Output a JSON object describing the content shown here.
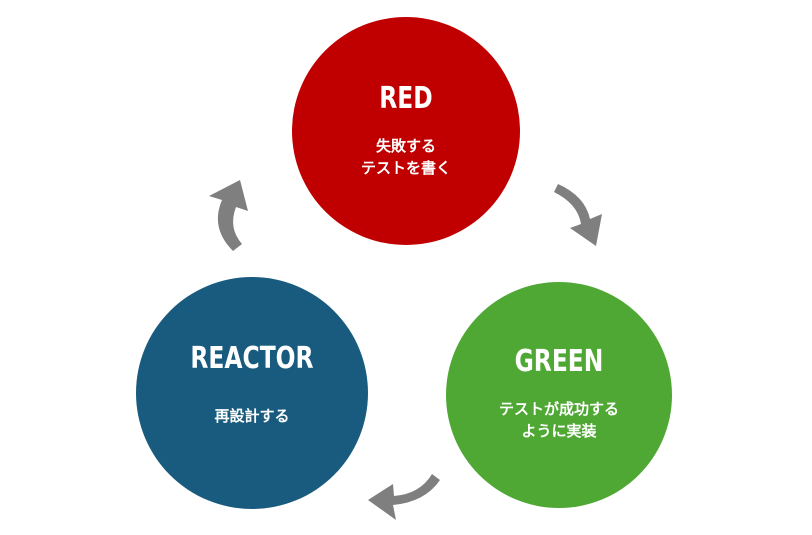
{
  "colors": {
    "red": "#c00000",
    "green": "#4fa834",
    "reactor": "#195b7e",
    "arrow": "#7f7f7f"
  },
  "nodes": {
    "red": {
      "title": "RED",
      "lines": [
        "失敗する",
        "テストを書く"
      ]
    },
    "green": {
      "title": "GREEN",
      "lines": [
        "テストが成功する",
        "ように実装"
      ]
    },
    "reactor": {
      "title": "REACTOR",
      "lines": [
        "再設計する"
      ]
    }
  }
}
